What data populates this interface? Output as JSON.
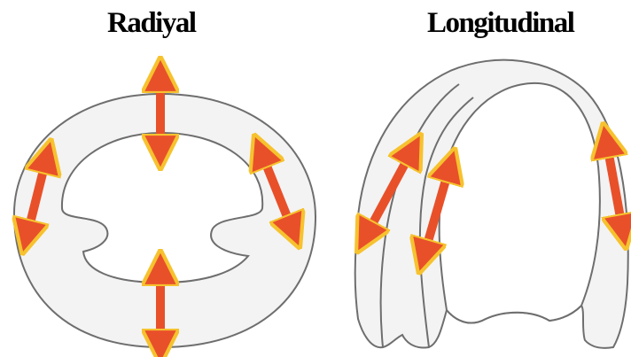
{
  "labels": {
    "radial": "Radiyal",
    "longitudinal": "Longitudinal"
  },
  "colors": {
    "outline": "#6e6e6e",
    "fill": "#f3f3f3",
    "inner_fill": "#ffffff",
    "arrow": "#e8502a",
    "arrow_edge": "#f6c22e",
    "background": "#ffffff",
    "text": "#000000"
  },
  "icons": {
    "arrow": "double-headed-arrow"
  }
}
